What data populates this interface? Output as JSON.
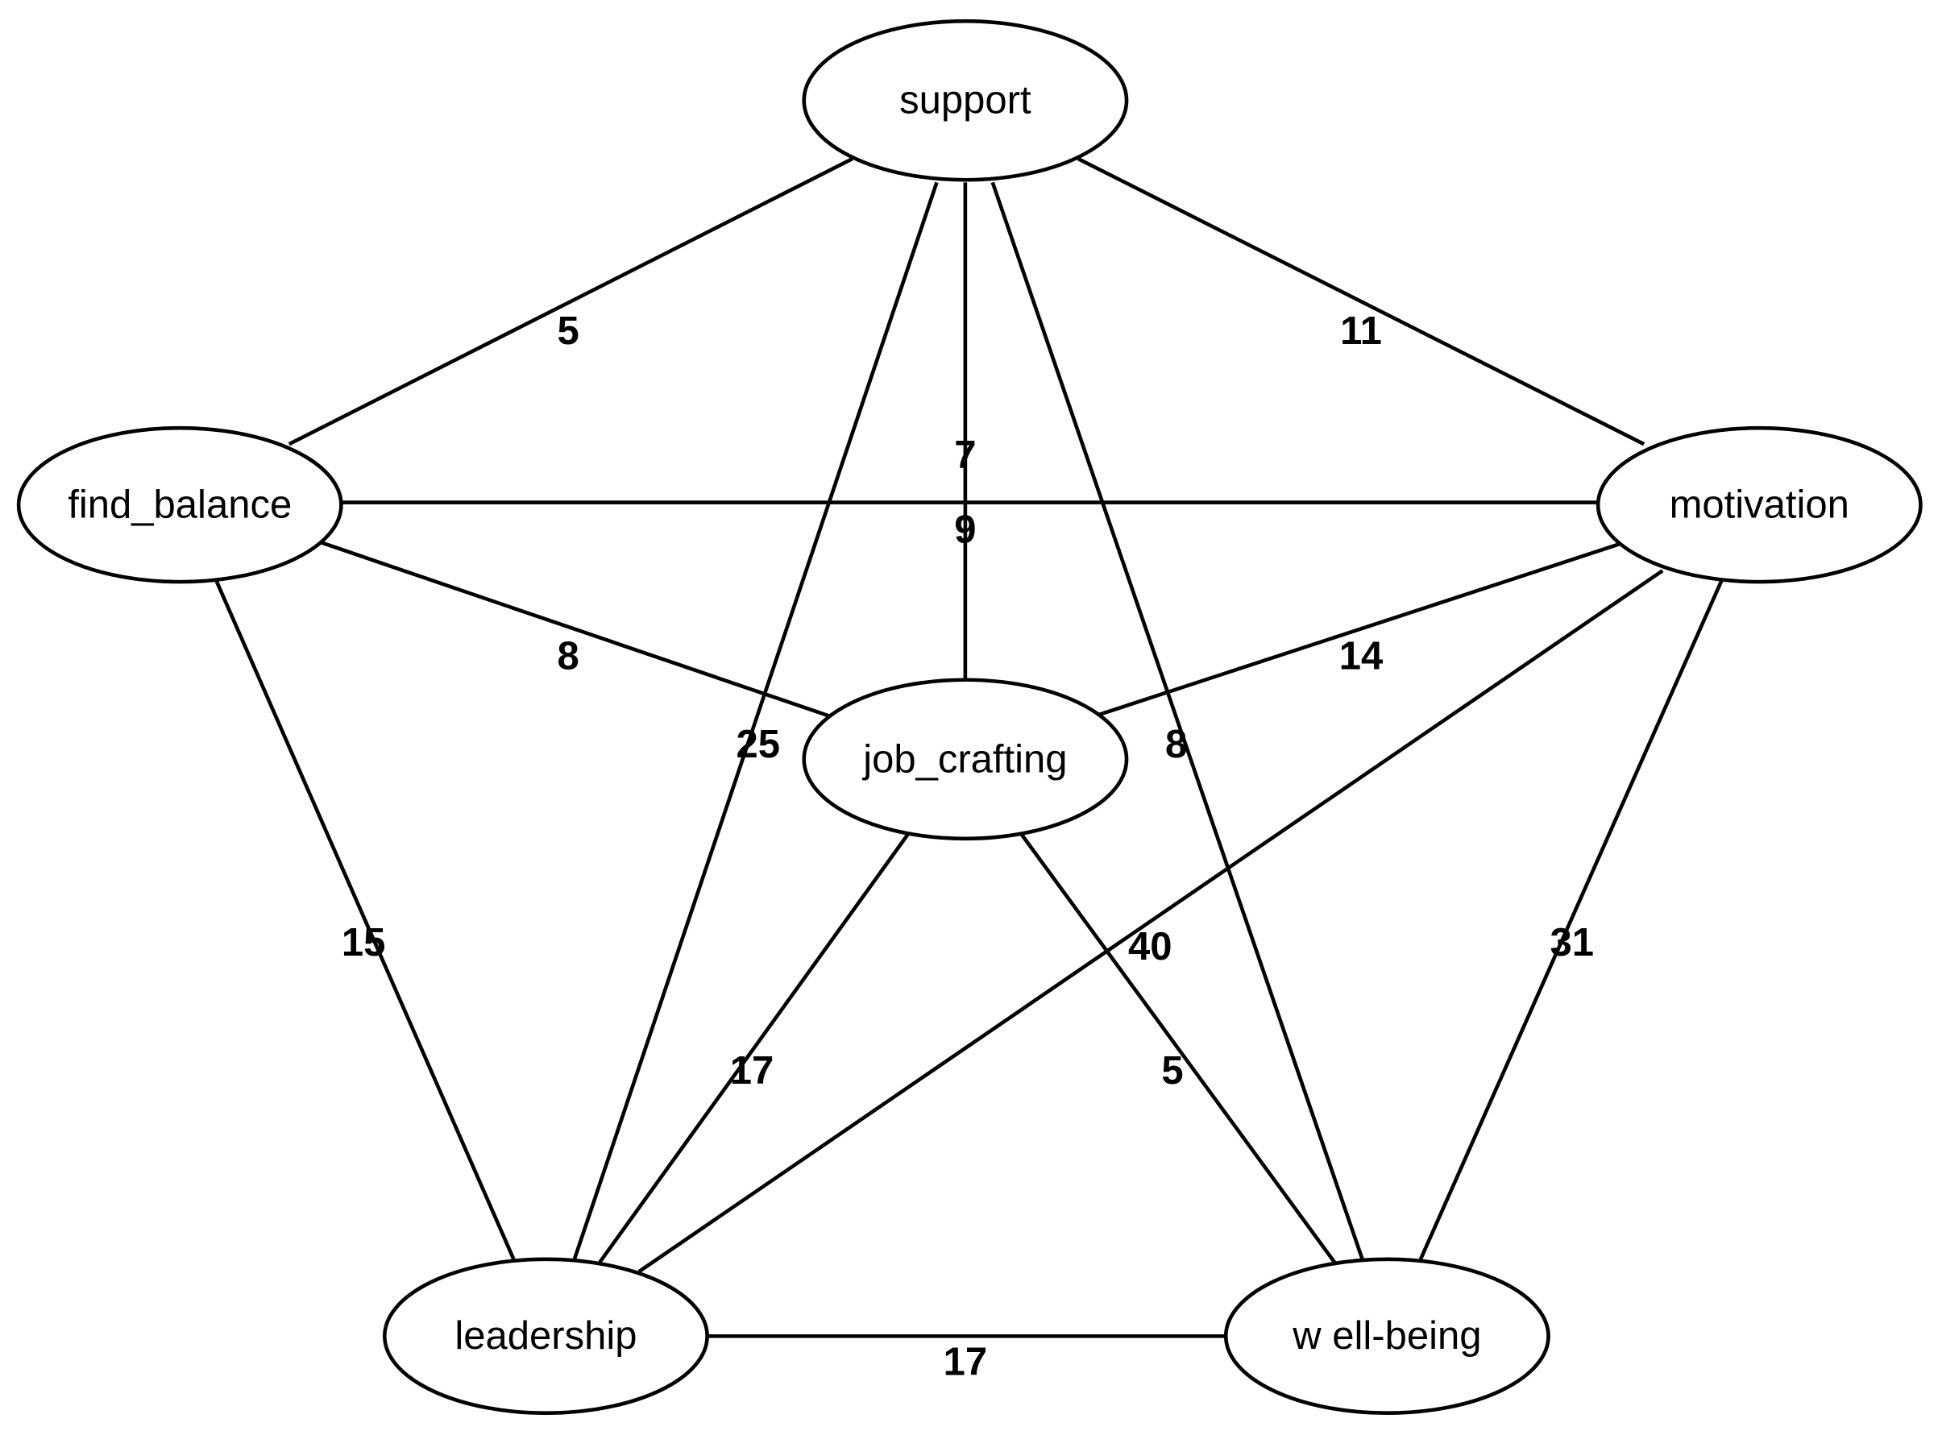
{
  "diagram": {
    "nodes": [
      {
        "id": "support",
        "label": "support"
      },
      {
        "id": "find_balance",
        "label": "find_balance"
      },
      {
        "id": "motivation",
        "label": "motivation"
      },
      {
        "id": "job_crafting",
        "label": "job_crafting"
      },
      {
        "id": "leadership",
        "label": "leadership"
      },
      {
        "id": "well_being",
        "label": "w ell-being"
      }
    ],
    "edges": [
      {
        "from": "support",
        "to": "find_balance",
        "weight": "5"
      },
      {
        "from": "support",
        "to": "motivation",
        "weight": "11"
      },
      {
        "from": "support",
        "to": "job_crafting",
        "weight": "7"
      },
      {
        "from": "find_balance",
        "to": "motivation",
        "weight": "9"
      },
      {
        "from": "find_balance",
        "to": "job_crafting",
        "weight": "8"
      },
      {
        "from": "motivation",
        "to": "job_crafting",
        "weight": "14"
      },
      {
        "from": "support",
        "to": "leadership",
        "weight": "25"
      },
      {
        "from": "support",
        "to": "well_being",
        "weight": "8"
      },
      {
        "from": "find_balance",
        "to": "leadership",
        "weight": "15"
      },
      {
        "from": "motivation",
        "to": "leadership",
        "weight": "40"
      },
      {
        "from": "motivation",
        "to": "well_being",
        "weight": "31"
      },
      {
        "from": "job_crafting",
        "to": "leadership",
        "weight": "17"
      },
      {
        "from": "job_crafting",
        "to": "well_being",
        "weight": "5"
      },
      {
        "from": "leadership",
        "to": "well_being",
        "weight": "17"
      }
    ]
  }
}
